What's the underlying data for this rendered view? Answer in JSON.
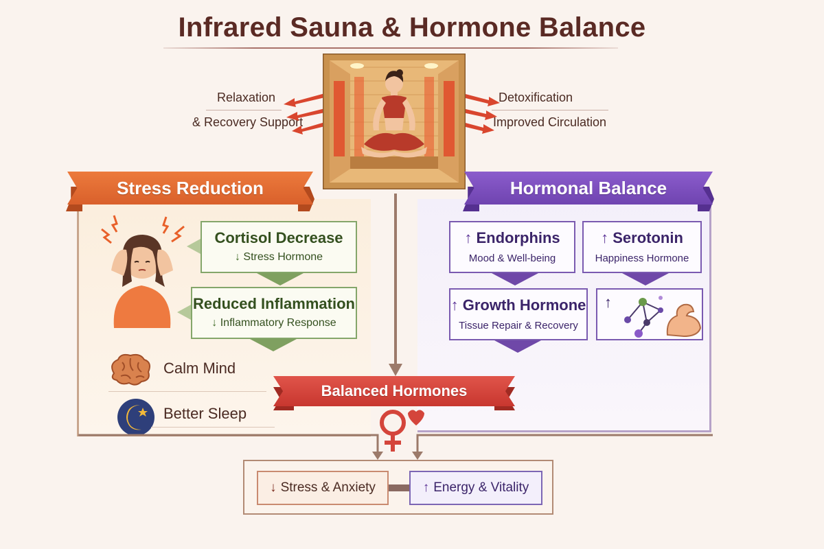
{
  "title": "Infrared Sauna & Hormone Balance",
  "benefits_left": [
    "Relaxation",
    "& Recovery Support"
  ],
  "benefits_right": [
    "Detoxification",
    "Improved Circulation"
  ],
  "stress_section": {
    "ribbon": "Stress Reduction",
    "boxes": [
      {
        "title": "Cortisol Decrease",
        "arrow": "↓",
        "subtitle": "Stress Hormone"
      },
      {
        "title": "Reduced Inflammation",
        "arrow": "↓",
        "subtitle": "Inflammatory Response"
      }
    ],
    "items": [
      {
        "label": "Calm Mind",
        "icon": "brain-icon"
      },
      {
        "label": "Better Sleep",
        "icon": "moon-icon"
      }
    ]
  },
  "hormonal_section": {
    "ribbon": "Hormonal Balance",
    "boxes": [
      {
        "title": "Endorphins",
        "arrow": "↑",
        "subtitle": "Mood & Well-being"
      },
      {
        "title": "Serotonin",
        "arrow": "↑",
        "subtitle": "Happiness Hormone"
      },
      {
        "title": "Growth Hormone",
        "arrow": "↑",
        "subtitle": "Tissue Repair & Recovery"
      },
      {
        "arrow": "↑",
        "icon": "molecule-muscle-icon"
      }
    ]
  },
  "center": {
    "ribbon": "Balanced Hormones",
    "icon": "female-heart-symbol-icon"
  },
  "outcomes": [
    {
      "arrow": "↓",
      "label": "Stress & Anxiety"
    },
    {
      "arrow": "↑",
      "label": "Energy & Vitality"
    }
  ],
  "colors": {
    "stress_accent": "#e06a32",
    "hormonal_accent": "#7a4fc0",
    "balanced_accent": "#d4453b",
    "green_box": "#84a66a",
    "title": "#5a2a24"
  }
}
